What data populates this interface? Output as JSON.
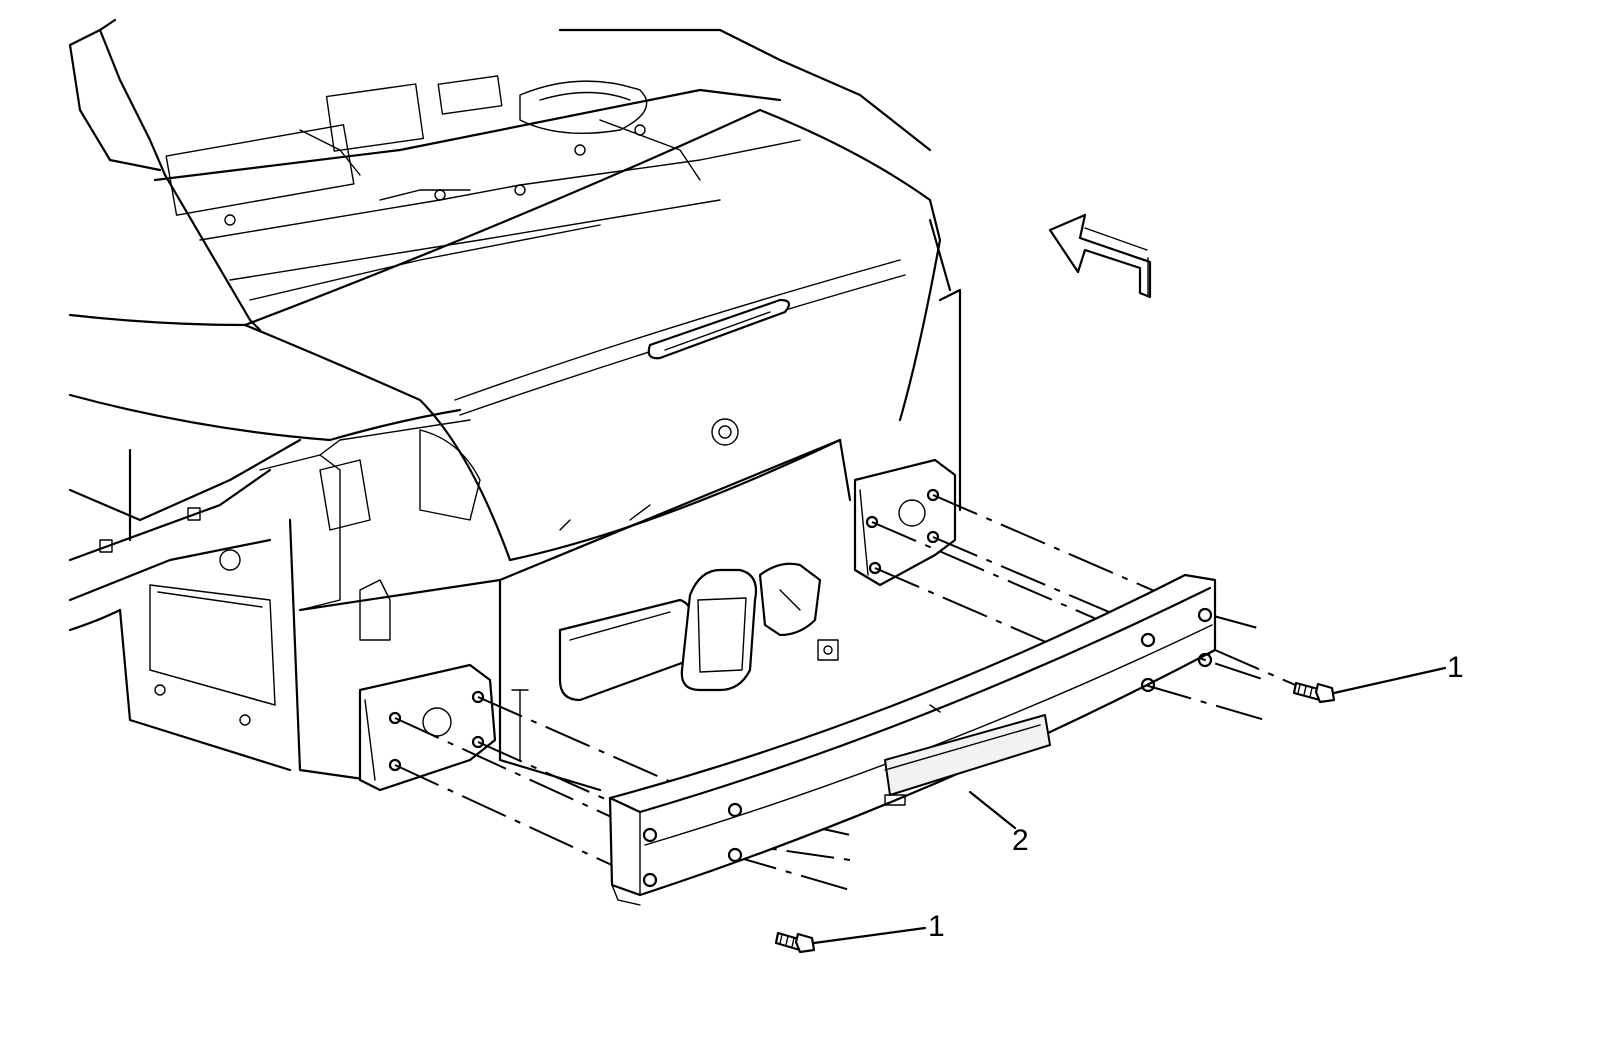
{
  "callouts": {
    "bolt_upper_right": "1",
    "bolt_lower_left": "1",
    "bar": "2"
  },
  "icons": {
    "direction_arrow": "forward-arrow-icon",
    "bolt": "bolt-icon"
  },
  "colors": {
    "line": "#000000",
    "background": "#ffffff"
  }
}
